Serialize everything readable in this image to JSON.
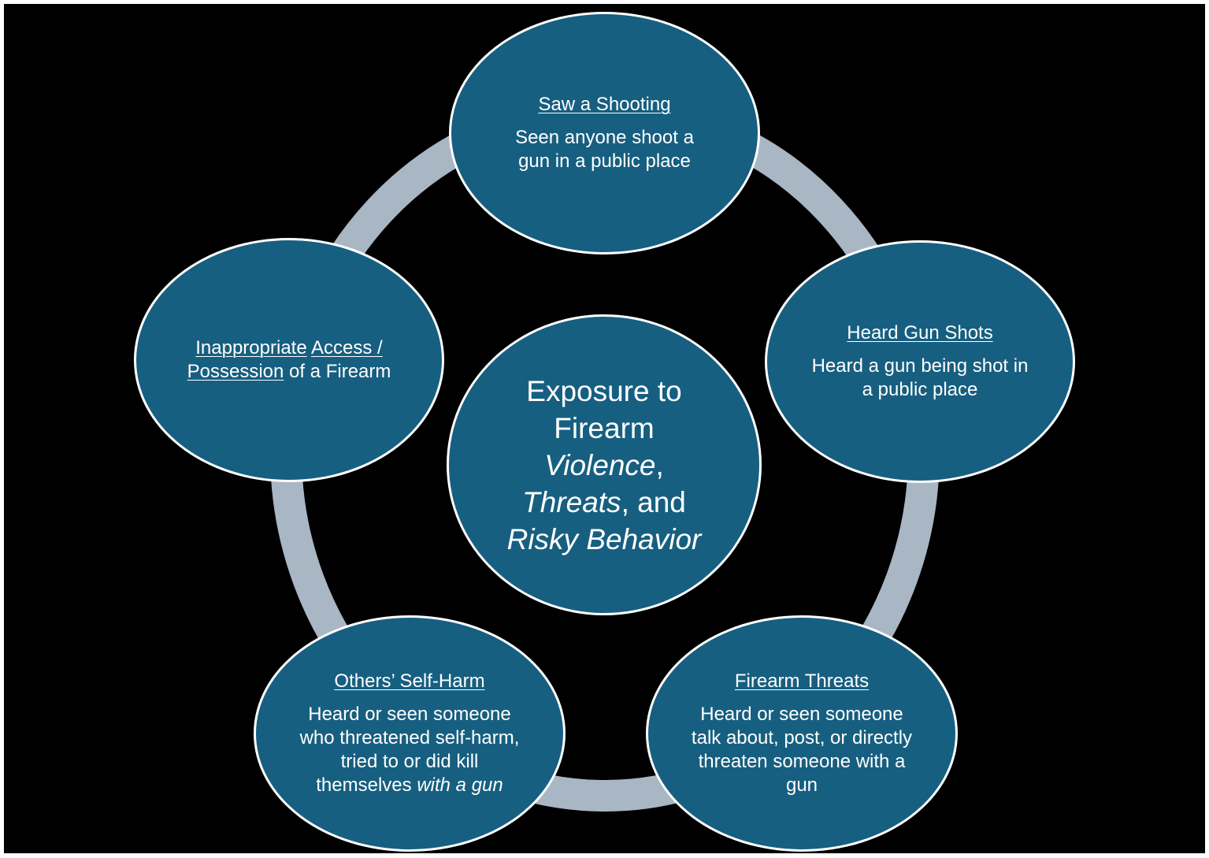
{
  "colors": {
    "background": "#000000",
    "ring": "#a9b6c3",
    "node_fill": "#175f80",
    "node_border": "#ffffff",
    "text": "#ffffff"
  },
  "center": {
    "line1": "Exposure to",
    "line2": "Firearm",
    "violence": "Violence",
    "comma1": ",",
    "threats": "Threats",
    "comma_and": ", and",
    "risky": "Risky Behavior"
  },
  "nodes": {
    "saw_shooting": {
      "title": "Saw a Shooting",
      "desc": "Seen anyone shoot a gun in a public place"
    },
    "heard_gun_shots": {
      "title": "Heard Gun Shots",
      "desc": "Heard a gun being shot in a public place"
    },
    "firearm_threats": {
      "title": "Firearm Threats",
      "desc": "Heard or seen someone talk about, post, or directly threaten someone with a gun"
    },
    "others_self_harm": {
      "title": "Others’ Self-Harm",
      "desc": "Heard or seen someone who threatened self-harm, tried to or did kill themselves",
      "desc_italic": "with a gun"
    },
    "inappropriate_access": {
      "title_part1": "Inappropriate",
      "title_part2": "Access /",
      "title_part3": "Possession",
      "title_part4": "of a Firearm"
    }
  }
}
